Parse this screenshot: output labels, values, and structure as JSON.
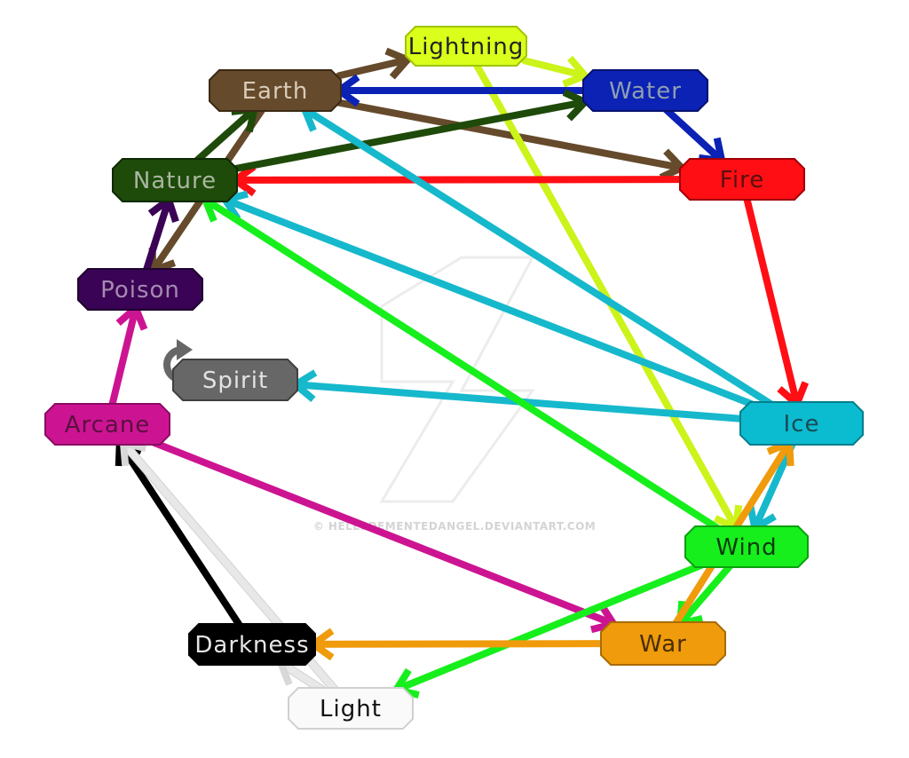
{
  "nodes": {
    "lightning": {
      "label": "Lightning",
      "color": "#d9ff1a",
      "text_color": "#222222",
      "outline": "#9fc400"
    },
    "earth": {
      "label": "Earth",
      "color": "#654a2b",
      "text_color": "#d8cbb8",
      "outline": "#3b2a15"
    },
    "water": {
      "label": "Water",
      "color": "#0b22b5",
      "text_color": "#8f9fb0",
      "outline": "#06126e"
    },
    "fire": {
      "label": "Fire",
      "color": "#ff0e14",
      "text_color": "#5a1010",
      "outline": "#a00006"
    },
    "nature": {
      "label": "Nature",
      "color": "#1e4a0a",
      "text_color": "#aab6a0",
      "outline": "#0e2a03"
    },
    "poison": {
      "label": "Poison",
      "color": "#3a0355",
      "text_color": "#a58ab0",
      "outline": "#1f012f"
    },
    "spirit": {
      "label": "Spirit",
      "color": "#676767",
      "text_color": "#e2e2e2",
      "outline": "#3f3f3f"
    },
    "arcane": {
      "label": "Arcane",
      "color": "#cc1492",
      "text_color": "#5a1040",
      "outline": "#8a0b62"
    },
    "ice": {
      "label": "Ice",
      "color": "#0bbcd0",
      "text_color": "#1a4a55",
      "outline": "#067e8c"
    },
    "wind": {
      "label": "Wind",
      "color": "#16ef1c",
      "text_color": "#0b3a0b",
      "outline": "#0aa00e"
    },
    "war": {
      "label": "War",
      "color": "#ef9b0c",
      "text_color": "#4a2e05",
      "outline": "#a86b05"
    },
    "darkness": {
      "label": "Darkness",
      "color": "#000000",
      "text_color": "#e6e6e6",
      "outline": "#000000"
    },
    "light": {
      "label": "Light",
      "color": "#fafafa",
      "text_color": "#111111",
      "outline": "#d0d0d0"
    }
  },
  "edges": [
    {
      "from": "earth",
      "to": "lightning",
      "color": "#654a2b"
    },
    {
      "from": "earth",
      "to": "fire",
      "color": "#654a2b"
    },
    {
      "from": "earth",
      "to": "poison",
      "color": "#654a2b"
    },
    {
      "from": "lightning",
      "to": "water",
      "color": "#ccf31a"
    },
    {
      "from": "lightning",
      "to": "wind",
      "color": "#ccf31a"
    },
    {
      "from": "water",
      "to": "earth",
      "color": "#0b22b5"
    },
    {
      "from": "water",
      "to": "fire",
      "color": "#0b22b5"
    },
    {
      "from": "fire",
      "to": "nature",
      "color": "#ff0e14"
    },
    {
      "from": "fire",
      "to": "ice",
      "color": "#ff0e14"
    },
    {
      "from": "nature",
      "to": "earth",
      "color": "#1e4a0a"
    },
    {
      "from": "nature",
      "to": "water",
      "color": "#1e4a0a"
    },
    {
      "from": "poison",
      "to": "nature",
      "color": "#3a0355"
    },
    {
      "from": "arcane",
      "to": "poison",
      "color": "#cc1492"
    },
    {
      "from": "arcane",
      "to": "war",
      "color": "#cc1492"
    },
    {
      "from": "ice",
      "to": "earth",
      "color": "#16b8cc"
    },
    {
      "from": "ice",
      "to": "nature",
      "color": "#16b8cc"
    },
    {
      "from": "ice",
      "to": "spirit",
      "color": "#16b8cc"
    },
    {
      "from": "ice",
      "to": "wind",
      "color": "#16b8cc"
    },
    {
      "from": "wind",
      "to": "nature",
      "color": "#16ef1c"
    },
    {
      "from": "wind",
      "to": "war",
      "color": "#16ef1c"
    },
    {
      "from": "wind",
      "to": "light",
      "color": "#16ef1c"
    },
    {
      "from": "war",
      "to": "ice",
      "color": "#ef9b0c"
    },
    {
      "from": "war",
      "to": "darkness",
      "color": "#ef9b0c"
    },
    {
      "from": "darkness",
      "to": "arcane",
      "color": "#000000"
    },
    {
      "from": "light",
      "to": "arcane",
      "color": "#e8e8e8"
    },
    {
      "from": "light",
      "to": "darkness",
      "color": "#e8e8e8"
    }
  ],
  "self_loops": [
    {
      "node": "spirit",
      "color": "#676767"
    }
  ],
  "watermark": "© HELLSDEMENTEDANGEL.DEVIANTART.COM"
}
